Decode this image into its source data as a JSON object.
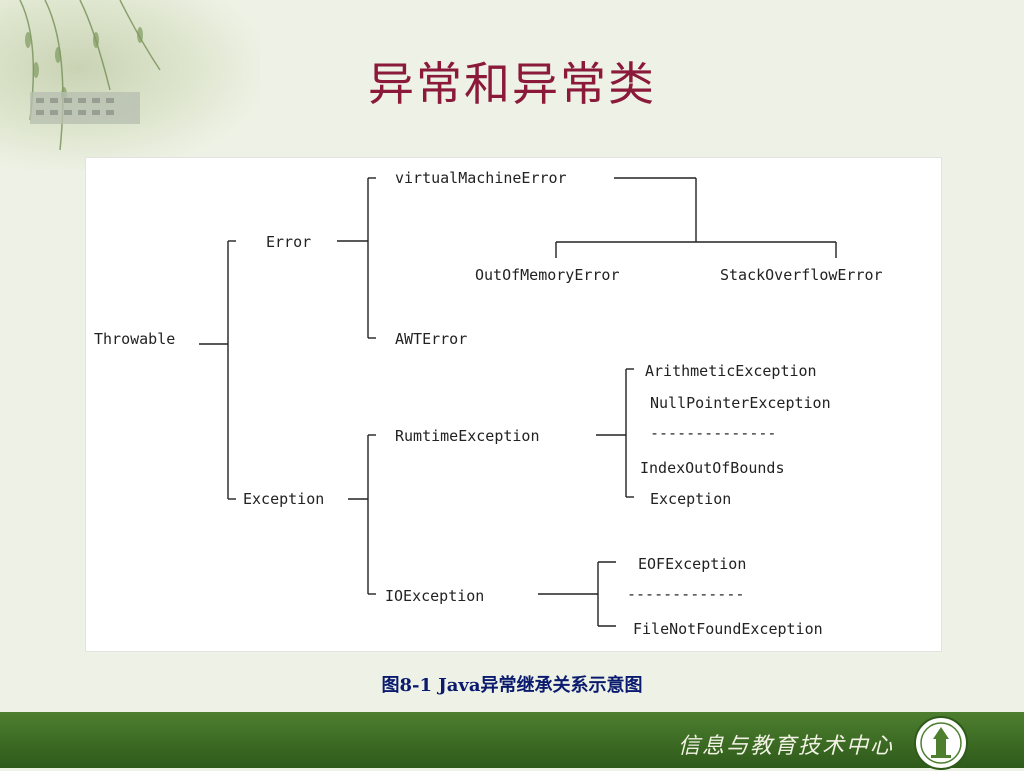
{
  "slide": {
    "title": "异常和异常类",
    "caption": "图8-1  Java异常继承关系示意图",
    "footer_text": "信息与教育技术中心",
    "logo": "university-seal-icon"
  },
  "diagram": {
    "nodes": {
      "throwable": "Throwable",
      "error": "Error",
      "exception": "Exception",
      "virtual_machine_error": "virtualMachineError",
      "out_of_memory_error": "OutOfMemoryError",
      "stack_overflow_error": "StackOverflowError",
      "awt_error": "AWTError",
      "runtime_exception": "RumtimeException",
      "io_exception": "IOException",
      "arithmetic_exception": "ArithmeticException",
      "null_pointer_exception": "NullPointerException",
      "runtime_separator": "--------------",
      "index_out_of_bounds_1": "IndexOutOfBounds",
      "index_out_of_bounds_2": "Exception",
      "eof_exception": "EOFException",
      "io_separator": "-------------",
      "file_not_found_exception": "FileNotFoundException"
    }
  },
  "colors": {
    "title": "#8b1a3a",
    "caption": "#0a1a6e",
    "footer": "#3d6b24"
  }
}
